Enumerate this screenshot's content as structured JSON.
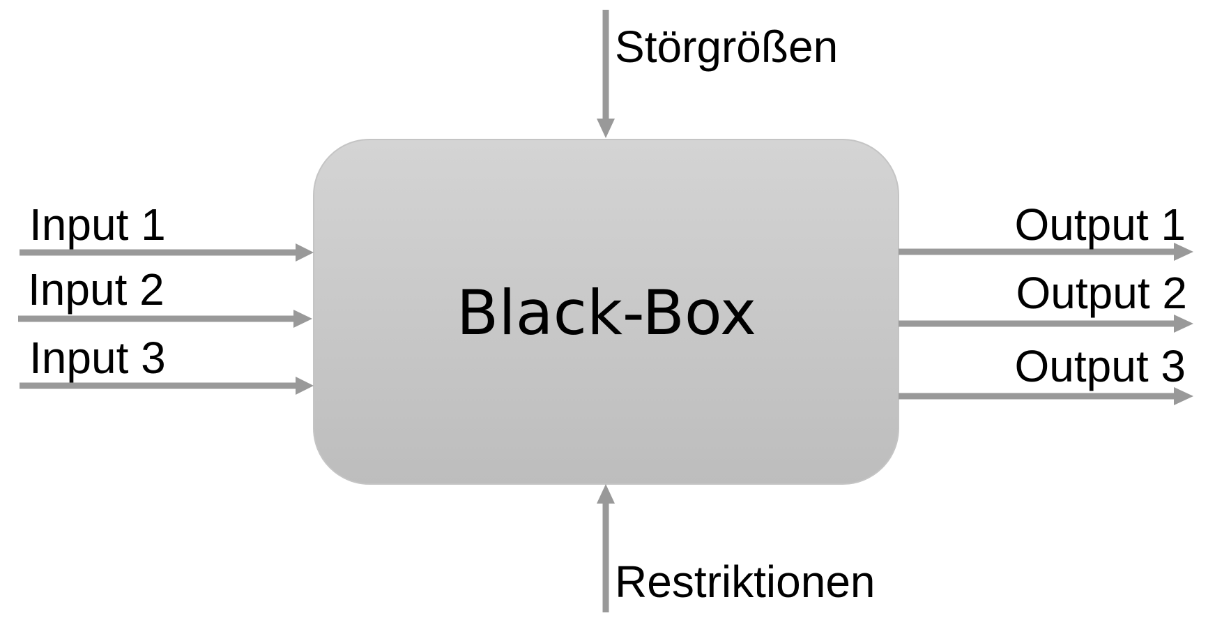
{
  "box": {
    "label": "Black-Box"
  },
  "inputs": [
    "Input 1",
    "Input 2",
    "Input 3"
  ],
  "outputs": [
    "Output 1",
    "Output 2",
    "Output 3"
  ],
  "disturbance": "Störgrößen",
  "constraints": "Restriktionen",
  "colors": {
    "arrow": "#999999",
    "box_top": "#d4d4d4",
    "box_bottom": "#bdbdbd"
  }
}
